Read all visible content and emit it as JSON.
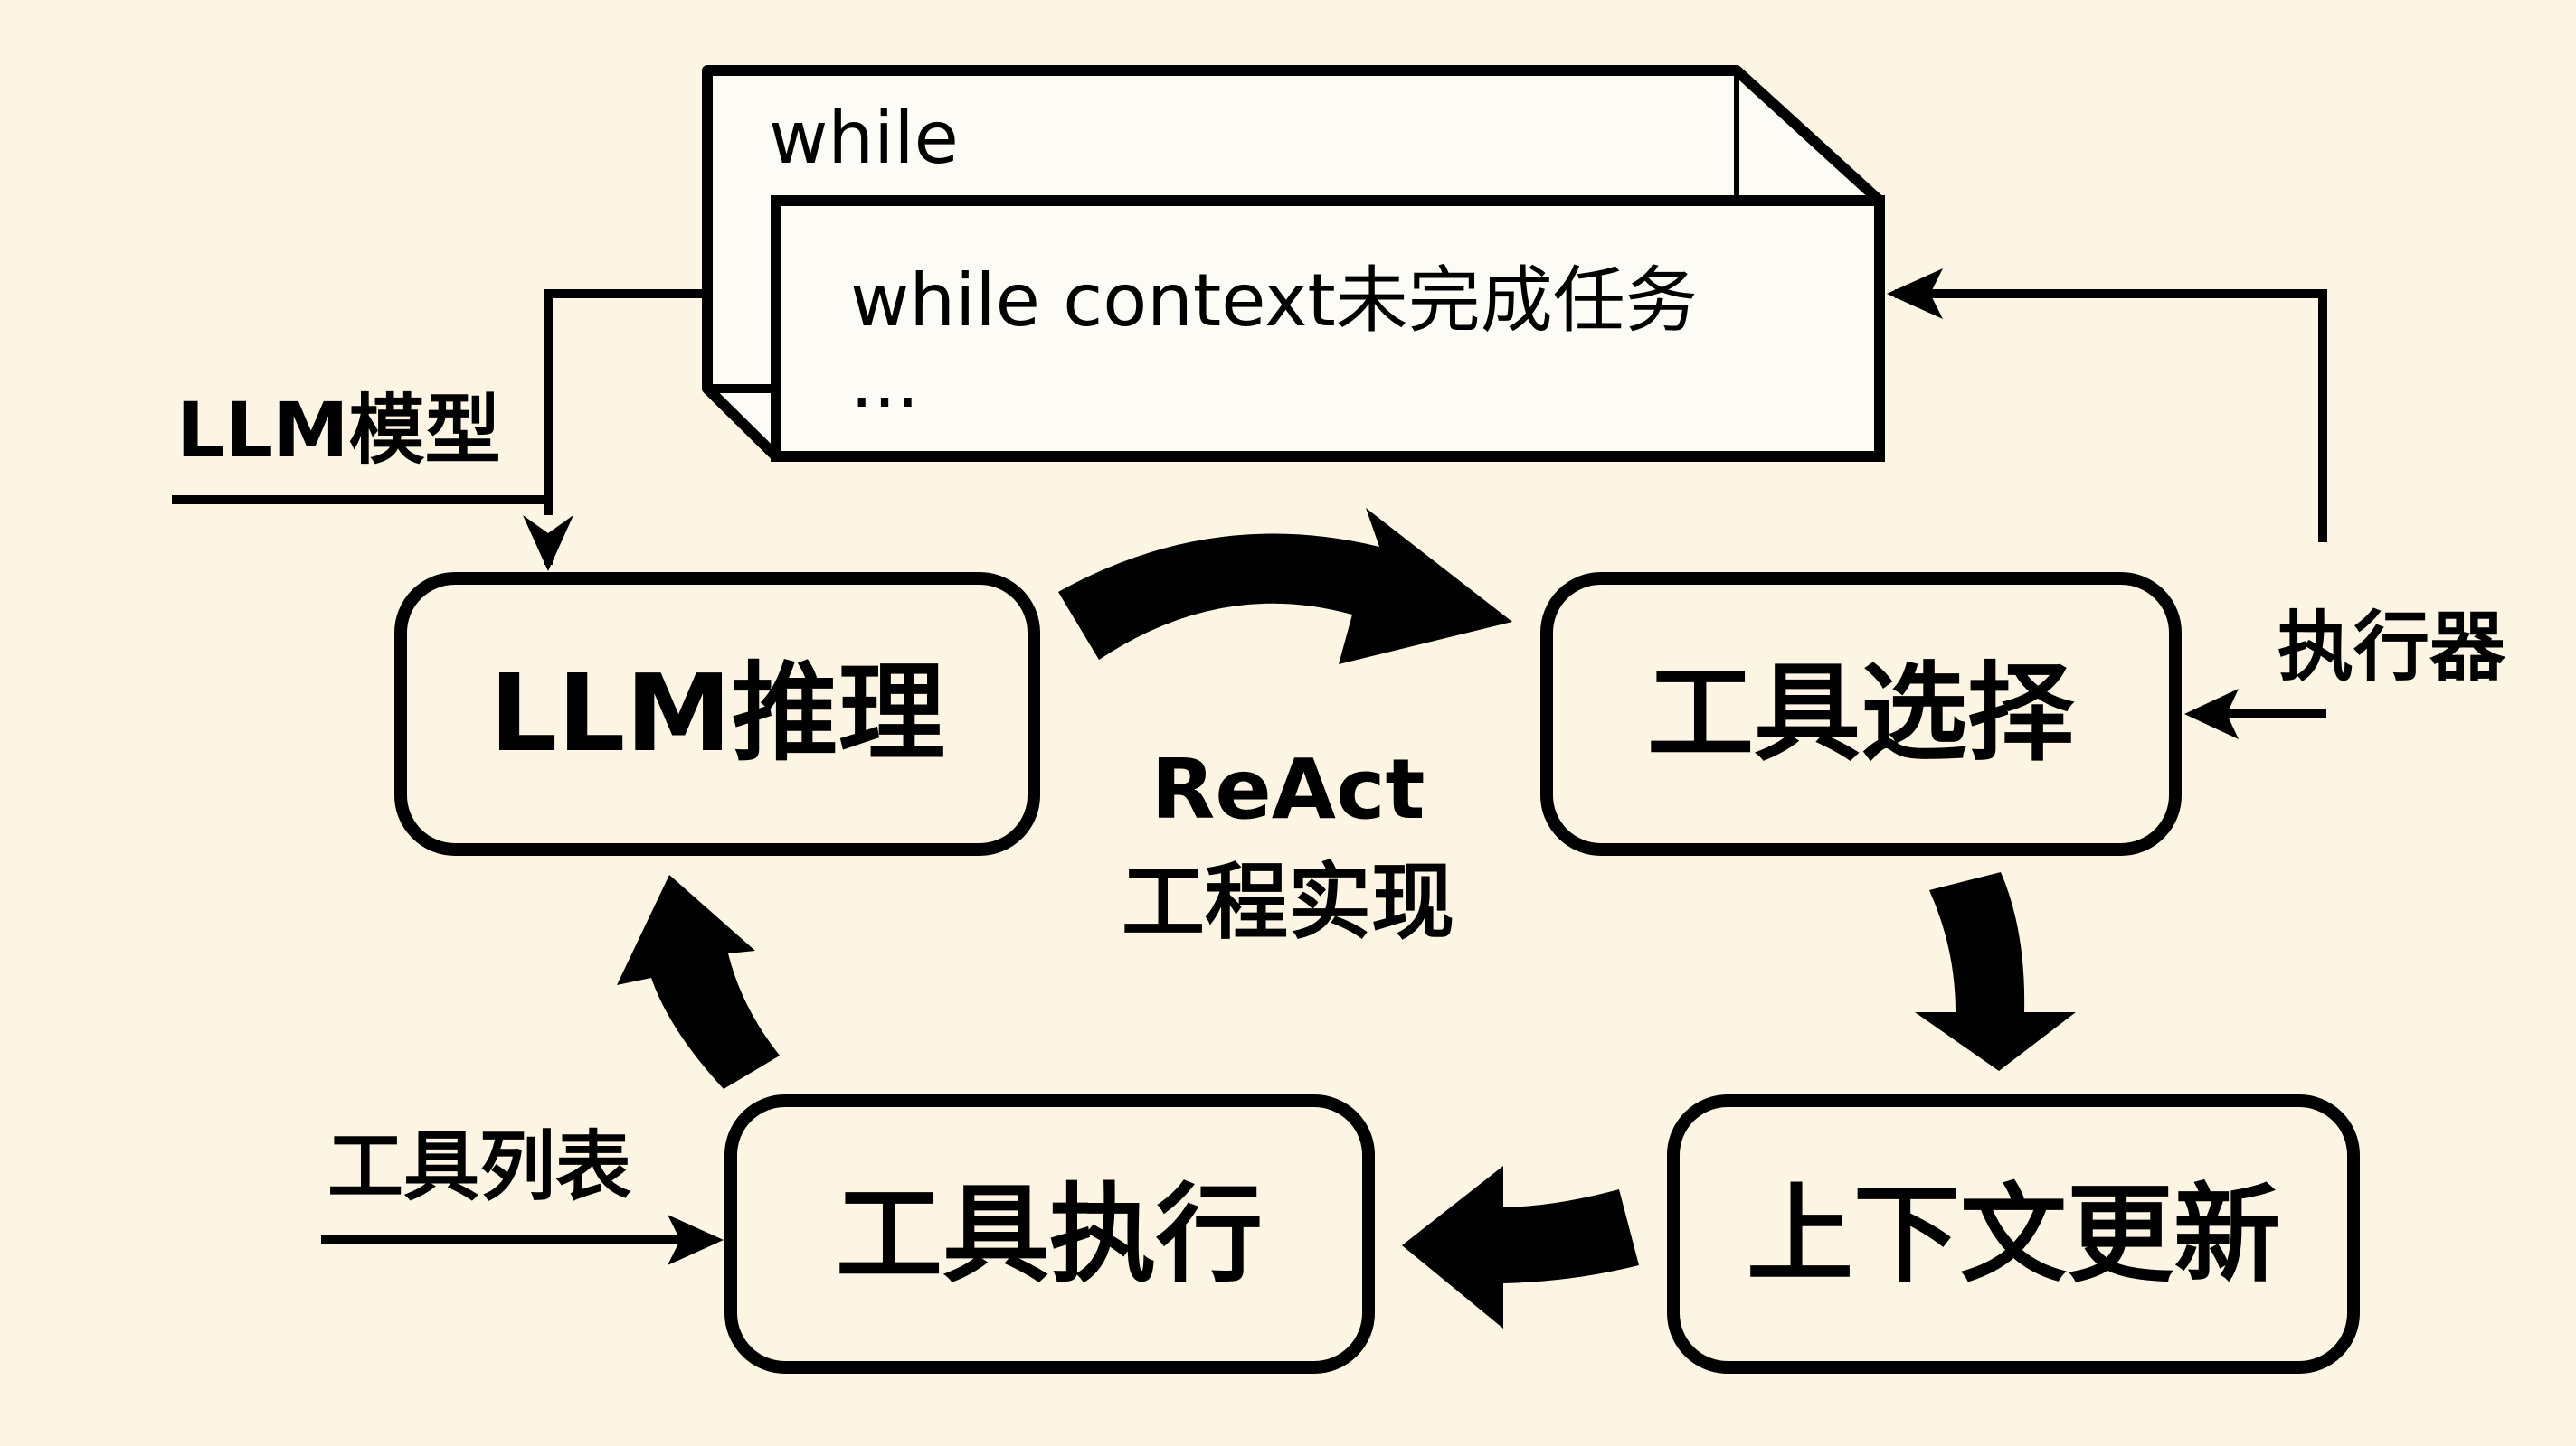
{
  "diagram": {
    "title": "ReAct 工程实现",
    "center_label": {
      "line1": "ReAct",
      "line2": "工程实现"
    },
    "loop_card": {
      "back_label": "while",
      "front_line1": "while context未完成任务",
      "front_line2": "..."
    },
    "nodes": {
      "llm_reasoning": "LLM推理",
      "tool_selection": "工具选择",
      "context_update": "上下文更新",
      "tool_execution": "工具执行"
    },
    "inputs": {
      "llm_model": "LLM模型",
      "executor": "执行器",
      "tool_list": "工具列表"
    },
    "flow": [
      {
        "from": "LLM推理",
        "to": "工具选择"
      },
      {
        "from": "工具选择",
        "to": "上下文更新"
      },
      {
        "from": "上下文更新",
        "to": "工具执行"
      },
      {
        "from": "工具执行",
        "to": "LLM推理"
      }
    ],
    "colors": {
      "background": "#fcf5e3",
      "stroke": "#000000",
      "card_fill": "#fdfbf6"
    }
  }
}
